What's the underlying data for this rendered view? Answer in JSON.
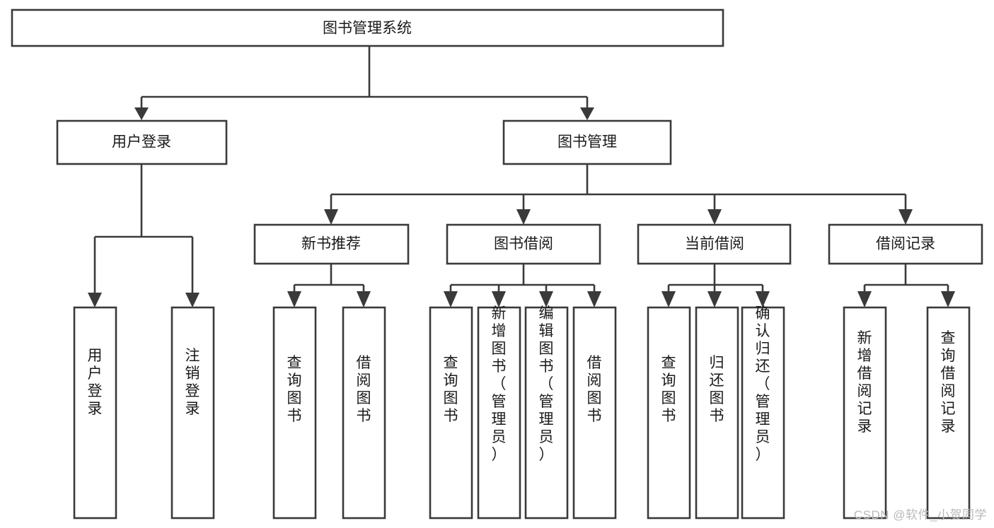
{
  "diagram": {
    "title": "图书管理系统",
    "type": "tree-hierarchy",
    "watermark": "CSDN @软件_小贺同学",
    "colors": {
      "stroke": "#3a3a3a",
      "box_fill": "#ffffff",
      "text": "#1a1a1a",
      "watermark": "#b9b9b9",
      "background": "#ffffff"
    },
    "root": {
      "label": "图书管理系统"
    },
    "level2": [
      {
        "label": "用户登录"
      },
      {
        "label": "图书管理"
      }
    ],
    "level3": [
      {
        "label": "新书推荐"
      },
      {
        "label": "图书借阅"
      },
      {
        "label": "当前借阅"
      },
      {
        "label": "借阅记录"
      }
    ],
    "leaves": {
      "user_login": [
        {
          "label": "用户登录"
        },
        {
          "label": "注销登录"
        }
      ],
      "new_book_recommend": [
        {
          "label": "查询图书"
        },
        {
          "label": "借阅图书"
        }
      ],
      "book_borrow": [
        {
          "label": "查询图书"
        },
        {
          "label": "新增图书（管理员）"
        },
        {
          "label": "编辑图书（管理员）"
        },
        {
          "label": "借阅图书"
        }
      ],
      "current_borrow": [
        {
          "label": "查询图书"
        },
        {
          "label": "归还图书"
        },
        {
          "label": "确认归还（管理员）"
        }
      ],
      "borrow_record": [
        {
          "label": "新增借阅记录"
        },
        {
          "label": "查询借阅记录"
        }
      ]
    }
  }
}
